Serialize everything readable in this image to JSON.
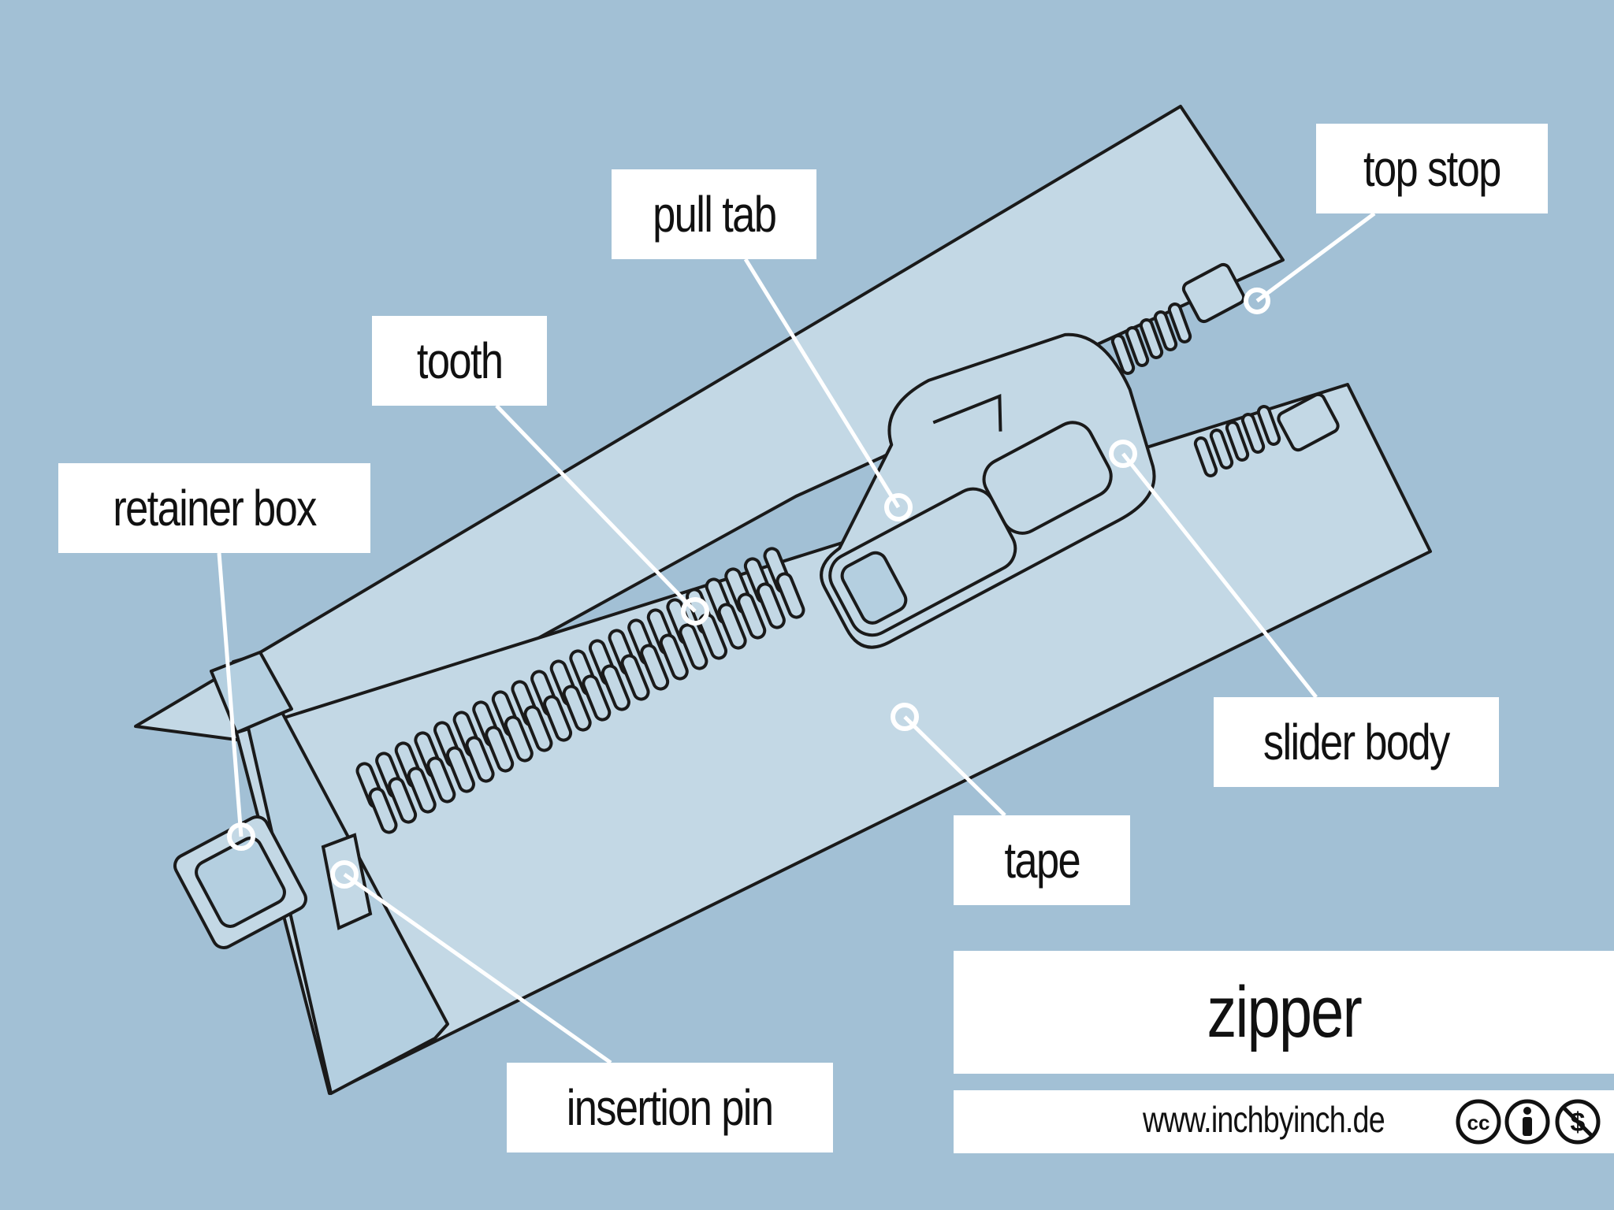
{
  "labels": {
    "top_stop": "top stop",
    "pull_tab": "pull tab",
    "tooth": "tooth",
    "retainer_box": "retainer box",
    "slider_body": "slider body",
    "tape": "tape",
    "insertion_pin": "insertion pin"
  },
  "title": "zipper",
  "footer": {
    "url": "www.inchbyinch.de",
    "license_icons": [
      "cc-icon",
      "attribution-icon",
      "non-commercial-icon"
    ]
  },
  "colors": {
    "background": "#a2c0d5",
    "tape_fill": "#c3d8e5",
    "outline": "#1a1a1a",
    "label_bg": "#ffffff"
  }
}
